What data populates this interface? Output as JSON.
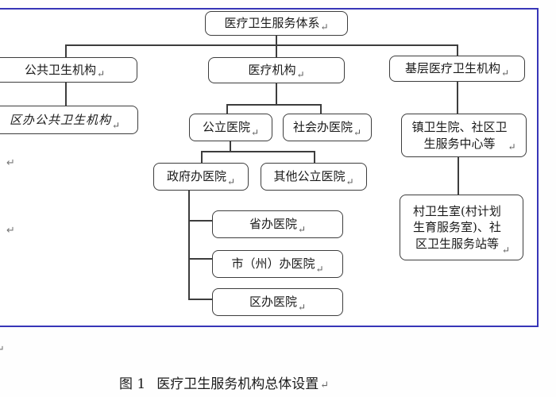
{
  "frame": {
    "border_color": "#3836b8"
  },
  "marks": {
    "return_mark": "↵"
  },
  "diagram": {
    "nodes": {
      "root": "医疗卫生服务体系",
      "public_health": "公共卫生机构",
      "district_public_health": "区办公共卫生机构",
      "medical": "医疗机构",
      "grassroots": "基层医疗卫生机构",
      "public_hospital": "公立医院",
      "social_hospital": "社会办医院",
      "gov_hospital": "政府办医院",
      "other_public_hospital": "其他公立医院",
      "provincial_hospital": "省办医院",
      "city_hospital": "市（州）办医院",
      "district_hospital": "区办医院",
      "town_center": "镇卫生院、社区卫\n生服务中心等",
      "village_station": "村卫生室(村计划\n生育服务室)、社\n区卫生服务站等"
    }
  },
  "caption": {
    "figure_label": "图 1",
    "title": "医疗卫生服务机构总体设置"
  }
}
